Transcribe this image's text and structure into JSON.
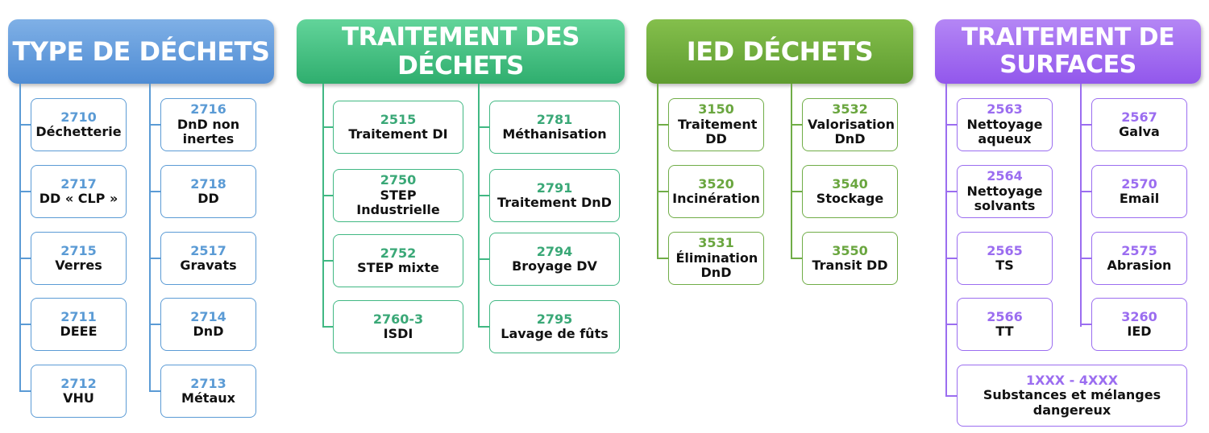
{
  "groups": [
    {
      "title_lines": [
        "TYPE DE DÉCHETS"
      ],
      "color": "#5b9bd5",
      "items": [
        {
          "code": "2710",
          "label": "Déchetterie"
        },
        {
          "code": "2717",
          "label": "DD « CLP »"
        },
        {
          "code": "2715",
          "label": "Verres"
        },
        {
          "code": "2711",
          "label": "DEEE"
        },
        {
          "code": "2712",
          "label": "VHU"
        },
        {
          "code": "2716",
          "label": "DnD non inertes"
        },
        {
          "code": "2718",
          "label": "DD"
        },
        {
          "code": "2517",
          "label": "Gravats"
        },
        {
          "code": "2714",
          "label": "DnD"
        },
        {
          "code": "2713",
          "label": "Métaux"
        }
      ]
    },
    {
      "title_lines": [
        "TRAITEMENT DES DÉCHETS"
      ],
      "color": "#41b883",
      "items": [
        {
          "code": "2515",
          "label": "Traitement DI"
        },
        {
          "code": "2750",
          "label": "STEP Industrielle"
        },
        {
          "code": "2752",
          "label": "STEP mixte"
        },
        {
          "code": "2760-3",
          "label": "ISDI"
        },
        {
          "code": "2781",
          "label": "Méthanisation"
        },
        {
          "code": "2791",
          "label": "Traitement DnD"
        },
        {
          "code": "2794",
          "label": "Broyage DV"
        },
        {
          "code": "2795",
          "label": "Lavage de fûts"
        }
      ]
    },
    {
      "title_lines": [
        "IED DÉCHETS"
      ],
      "color": "#70ad47",
      "items": [
        {
          "code": "3150",
          "label": "Traitement DD"
        },
        {
          "code": "3520",
          "label": "Incinération"
        },
        {
          "code": "3531",
          "label": "Élimination DnD"
        },
        {
          "code": "3532",
          "label": "Valorisation DnD"
        },
        {
          "code": "3540",
          "label": "Stockage"
        },
        {
          "code": "3550",
          "label": "Transit DD"
        }
      ]
    },
    {
      "title_lines": [
        "TRAITEMENT DE",
        "SURFACES"
      ],
      "color": "#9b6df0",
      "items": [
        {
          "code": "2563",
          "label": "Nettoyage aqueux"
        },
        {
          "code": "2564",
          "label": "Nettoyage solvants"
        },
        {
          "code": "2565",
          "label": "TS"
        },
        {
          "code": "2566",
          "label": "TT"
        },
        {
          "code": "2567",
          "label": "Galva"
        },
        {
          "code": "2570",
          "label": "Email"
        },
        {
          "code": "2575",
          "label": "Abrasion"
        },
        {
          "code": "3260",
          "label": "IED"
        },
        {
          "code": "1XXX - 4XXX",
          "label": "Substances et mélanges dangereux"
        }
      ]
    }
  ]
}
